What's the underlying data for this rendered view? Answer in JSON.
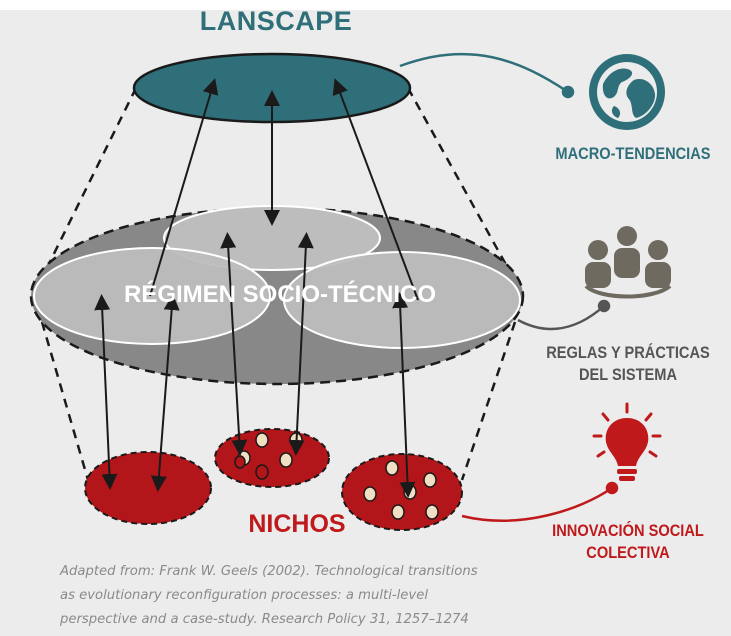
{
  "diagram": {
    "landscape_label": "LANSCAPE",
    "regimen_label": "RÉGIMEN SOCIO-TÉCNICO",
    "nichos_label": "NICHOS",
    "side_labels": {
      "macro": "MACRO-TENDENCIAS",
      "reglas_line1": "REGLAS Y PRÁCTICAS",
      "reglas_line2": "DEL SISTEMA",
      "innov_line1": "INNOVACIÓN SOCIAL",
      "innov_line2": "COLECTIVA"
    },
    "caption": {
      "line1": "Adapted from: Frank W. Geels (2002). Technological transitions",
      "line2": "as evolutionary reconfiguration processes: a multi-level",
      "line3": "perspective and a case-study. Research Policy 31, 1257–1274"
    },
    "icons": {
      "macro": "globe-icon",
      "reglas": "people-group-icon",
      "innov": "lightbulb-icon"
    },
    "colors": {
      "landscape": "#2f6f7a",
      "regimen": "#888888",
      "nichos": "#b3161a",
      "innovation": "#c0191b"
    }
  }
}
